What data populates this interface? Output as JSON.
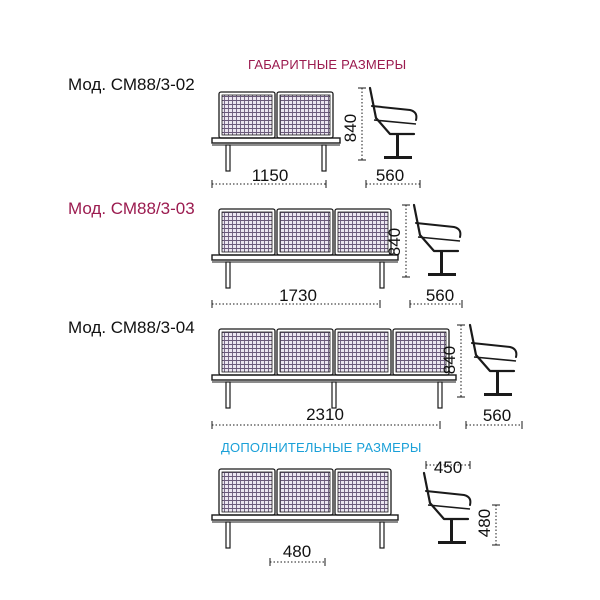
{
  "colors": {
    "header_main": "#9b1b4f",
    "header_extra": "#1aa0d8",
    "model_default": "#111111",
    "model_highlight": "#9b1b4f",
    "line": "#1a1a1a",
    "seat_fill": "#e9e4ee",
    "grid": "#6a5a7a"
  },
  "headers": {
    "main": "ГАБАРИТНЫЕ РАЗМЕРЫ",
    "extra": "ДОПОЛНИТЕЛЬНЫЕ РАЗМЕРЫ"
  },
  "models": [
    {
      "id": "m2",
      "label": "Мод. СМ88/3-02",
      "seats": 2,
      "highlight": false,
      "width": "1150",
      "height": "840",
      "depth": "560"
    },
    {
      "id": "m3",
      "label": "Мод. СМ88/3-03",
      "seats": 3,
      "highlight": true,
      "width": "1730",
      "height": "840",
      "depth": "560"
    },
    {
      "id": "m4",
      "label": "Мод. СМ88/3-04",
      "seats": 4,
      "highlight": false,
      "width": "2310",
      "height": "840",
      "depth": "560"
    }
  ],
  "extra": {
    "seats": 3,
    "seat_width": "480",
    "seat_height": "480",
    "seat_depth": "450"
  }
}
